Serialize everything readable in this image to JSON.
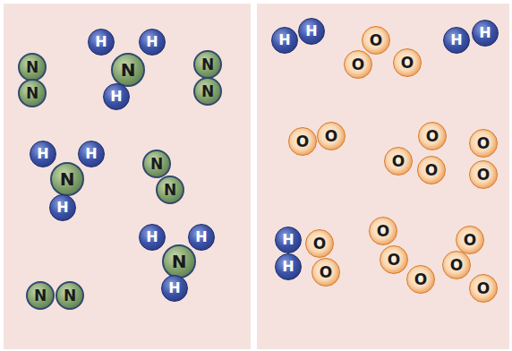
{
  "diagram": {
    "nodes": [
      {
        "text": [
          "H"
        ]
      },
      {
        "text": [
          "H"
        ]
      },
      {
        "text": [
          "N"
        ]
      },
      {
        "text": [
          "N"
        ]
      },
      {
        "text": [
          "N"
        ]
      },
      {
        "text": [
          "N"
        ]
      },
      {
        "text": [
          "N"
        ]
      },
      {
        "text": [
          "H"
        ]
      },
      {
        "text": [
          "H"
        ]
      },
      {
        "text": [
          "H"
        ]
      },
      {
        "text": [
          "N"
        ]
      },
      {
        "text": [
          "N"
        ]
      },
      {
        "text": [
          "N"
        ]
      },
      {
        "text": [
          "H"
        ]
      },
      {
        "text": [
          "H"
        ]
      },
      {
        "text": [
          "H"
        ]
      },
      {
        "text": [
          "N"
        ]
      },
      {
        "text": [
          "H"
        ]
      },
      {
        "text": [
          "N"
        ]
      },
      {
        "text": [
          "N"
        ]
      },
      {
        "text": [
          "H"
        ]
      },
      {
        "text": [
          "H"
        ]
      },
      {
        "text": [
          "H"
        ]
      },
      {
        "text": [
          "O"
        ]
      },
      {
        "text": [
          "H"
        ]
      },
      {
        "text": [
          "O"
        ]
      },
      {
        "text": [
          "O"
        ]
      },
      {
        "text": [
          "O"
        ]
      },
      {
        "text": [
          "O"
        ]
      },
      {
        "text": [
          "O"
        ]
      },
      {
        "text": [
          "O"
        ]
      },
      {
        "text": [
          "O"
        ]
      },
      {
        "text": [
          "O"
        ]
      },
      {
        "text": [
          "O"
        ]
      },
      {
        "text": [
          "O"
        ]
      },
      {
        "text": [
          "H"
        ]
      },
      {
        "text": [
          "O"
        ]
      },
      {
        "text": [
          "O"
        ]
      },
      {
        "text": [
          "O"
        ]
      },
      {
        "text": [
          "H"
        ]
      },
      {
        "text": [
          "O"
        ]
      },
      {
        "text": [
          "O"
        ]
      },
      {
        "text": [
          "O"
        ]
      },
      {
        "text": [
          "O"
        ]
      }
    ]
  }
}
